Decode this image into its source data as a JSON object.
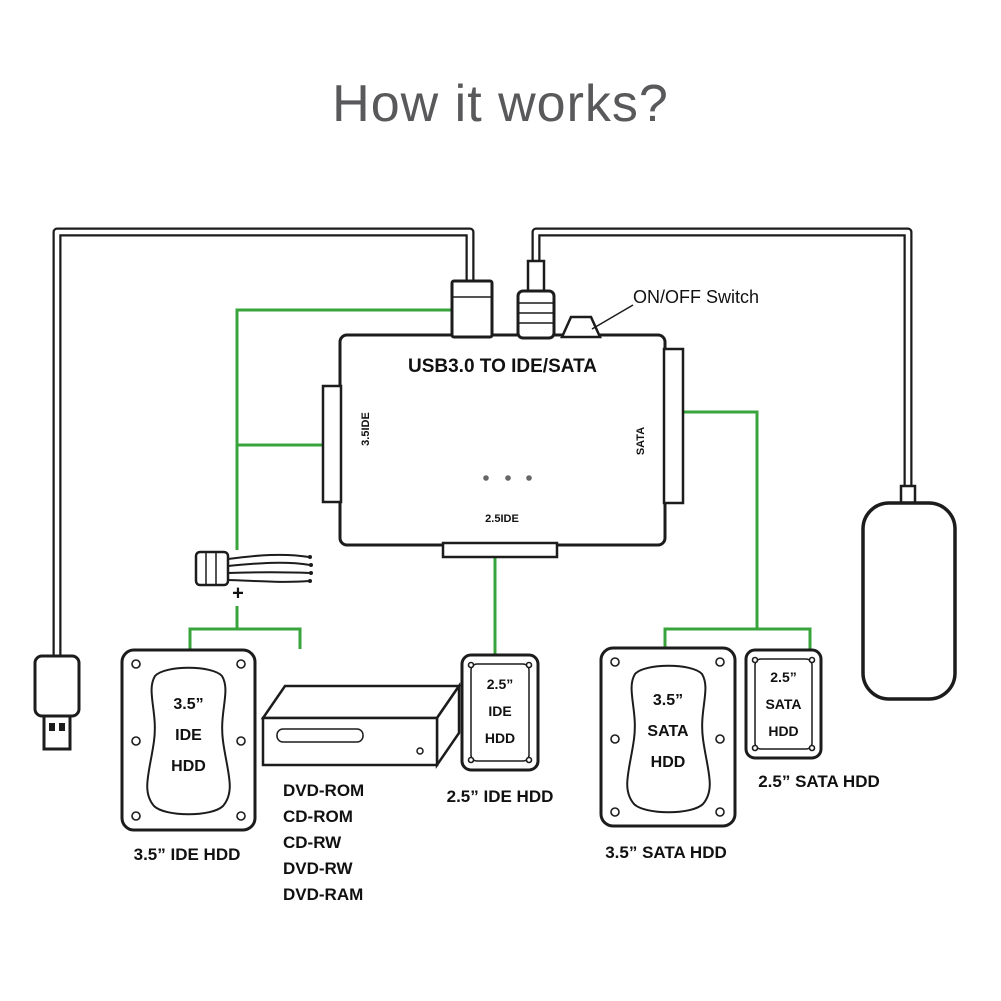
{
  "colors": {
    "ink": "#1c1c1c",
    "green": "#3aa43c",
    "title_gray": "#59595b"
  },
  "title": "How it works?",
  "adapter": {
    "label": "USB3.0 TO IDE/SATA",
    "left_port_label": "3.5IDE",
    "right_port_label": "SATA",
    "bottom_port_label": "2.5IDE",
    "switch_label": "ON/OFF Switch",
    "plus_sign": "+"
  },
  "drives": {
    "hdd_35_ide": {
      "face_lines": [
        "3.5”",
        "IDE",
        "HDD"
      ],
      "caption": "3.5”  IDE HDD"
    },
    "hdd_25_ide": {
      "face_lines": [
        "2.5”",
        "IDE",
        "HDD"
      ],
      "caption": "2.5”  IDE HDD"
    },
    "hdd_35_sata": {
      "face_lines": [
        "3.5”",
        "SATA",
        "HDD"
      ],
      "caption": "3.5”  SATA HDD"
    },
    "hdd_25_sata": {
      "face_lines": [
        "2.5”",
        "SATA",
        "HDD"
      ],
      "caption": "2.5”  SATA HDD"
    },
    "optical": {
      "lines": [
        "DVD-ROM",
        "CD-ROM",
        "CD-RW",
        "DVD-RW",
        "DVD-RAM"
      ]
    }
  }
}
